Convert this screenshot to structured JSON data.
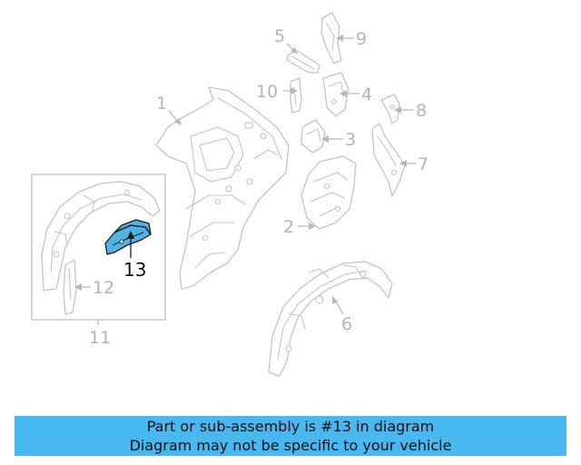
{
  "callouts": {
    "c1": "1",
    "c2": "2",
    "c3": "3",
    "c4": "4",
    "c5": "5",
    "c6": "6",
    "c7": "7",
    "c8": "8",
    "c9": "9",
    "c10": "10",
    "c11": "11",
    "c12": "12",
    "c13": "13"
  },
  "highlight": {
    "part": "13",
    "color": "#4fb3e6"
  },
  "banner": {
    "line1": "Part or sub-assembly is #13 in diagram",
    "line2": "Diagram may not be specific to your vehicle",
    "color": "#4ab8f0"
  }
}
